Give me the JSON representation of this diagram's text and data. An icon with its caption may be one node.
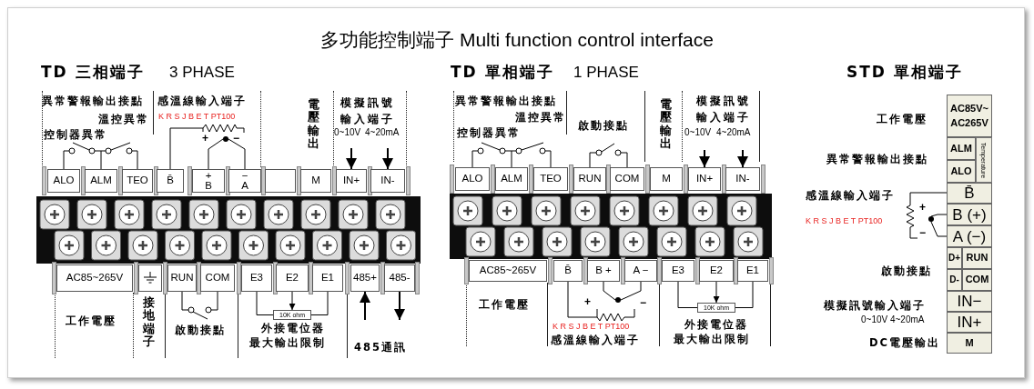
{
  "diagram": {
    "title": "多功能控制端子 Multi function control interface",
    "nodes": [
      {
        "text": [
          "ALO"
        ]
      },
      {
        "text": [
          "ALM"
        ]
      },
      {
        "text": [
          "TEO"
        ]
      },
      {
        "text": [
          "B̄"
        ]
      },
      {
        "text": [
          "+",
          "B"
        ]
      },
      {
        "text": [
          "−",
          "A"
        ]
      },
      {
        "text": [],
        "shape": "box"
      },
      {
        "text": [
          "M"
        ]
      },
      {
        "text": [
          "IN+"
        ]
      },
      {
        "text": [
          "IN-"
        ]
      },
      {
        "text": [
          "AC85~265V"
        ]
      },
      {
        "text": [],
        "shape": "box"
      },
      {
        "text": [
          "RUN"
        ]
      },
      {
        "text": [
          "COM"
        ]
      },
      {
        "text": [
          "E3"
        ]
      },
      {
        "text": [
          "E2"
        ]
      },
      {
        "text": [
          "E1"
        ]
      },
      {
        "text": [
          "485+"
        ]
      },
      {
        "text": [
          "485-"
        ]
      },
      {
        "text": [
          "10K ohm"
        ]
      },
      {
        "text": [
          "ALO"
        ]
      },
      {
        "text": [
          "ALM"
        ]
      },
      {
        "text": [
          "TEO"
        ]
      },
      {
        "text": [
          "RUN"
        ]
      },
      {
        "text": [
          "COM"
        ]
      },
      {
        "text": [
          "M"
        ]
      },
      {
        "text": [
          "IN+"
        ]
      },
      {
        "text": [
          "IN-"
        ]
      },
      {
        "text": [
          "AC85~265V"
        ]
      },
      {
        "text": [
          "B̄"
        ]
      },
      {
        "text": [
          "B +"
        ]
      },
      {
        "text": [
          "A −"
        ]
      },
      {
        "text": [
          "E3"
        ]
      },
      {
        "text": [
          "E2"
        ]
      },
      {
        "text": [
          "E1"
        ]
      },
      {
        "text": [
          "10K ohm"
        ]
      },
      {
        "text": [
          "AC85V~ AC265V"
        ]
      },
      {
        "text": [
          "ALM"
        ]
      },
      {
        "text": [
          "ALO"
        ]
      },
      {
        "text": [
          "B̄"
        ]
      },
      {
        "text": [
          "B (+)"
        ]
      },
      {
        "text": [
          "A (−)"
        ]
      },
      {
        "text": [
          "D+"
        ]
      },
      {
        "text": [
          "RUN"
        ]
      },
      {
        "text": [
          "D-"
        ]
      },
      {
        "text": [
          "COM"
        ]
      },
      {
        "text": [
          "IN−"
        ]
      },
      {
        "text": [
          "IN+"
        ]
      },
      {
        "text": [
          "M"
        ]
      },
      {
        "text": [],
        "shape": "circle"
      },
      {
        "text": [],
        "shape": "circle"
      },
      {
        "text": [],
        "shape": "circle"
      }
    ],
    "edges": [
      {
        "from": null,
        "to": 8,
        "arrow": "to"
      },
      {
        "from": null,
        "to": 9,
        "arrow": "to"
      },
      {
        "from": null,
        "to": 17,
        "arrow": "to"
      },
      {
        "from": 18,
        "to": null,
        "arrow": "to"
      },
      {
        "from": 15,
        "to": 19,
        "arrow": "to"
      },
      {
        "from": 14,
        "to": 19,
        "arrow": "none"
      },
      {
        "from": 16,
        "to": 19,
        "arrow": "none"
      },
      {
        "from": null,
        "to": 26,
        "arrow": "to"
      },
      {
        "from": null,
        "to": 27,
        "arrow": "to"
      },
      {
        "from": 33,
        "to": 35,
        "arrow": "to"
      },
      {
        "from": 32,
        "to": 35,
        "arrow": "none"
      },
      {
        "from": 34,
        "to": 35,
        "arrow": "none"
      },
      {
        "from": 4,
        "to": 49,
        "arrow": "none"
      },
      {
        "from": 5,
        "to": 49,
        "arrow": "none"
      },
      {
        "from": 30,
        "to": 50,
        "arrow": "none"
      },
      {
        "from": 31,
        "to": 50,
        "arrow": "none"
      },
      {
        "from": 40,
        "to": 51,
        "arrow": "none"
      },
      {
        "from": 41,
        "to": 51,
        "arrow": "none"
      }
    ],
    "labels": [
      "TD 三相端子",
      "3 PHASE",
      "TD 單相端子",
      "1 PHASE",
      "STD 單相端子",
      "異常警報輸出接點",
      "溫控異常",
      "控制器異常",
      "感溫線輸入端子",
      "K R S J B E T PT100",
      "+",
      "−",
      "電壓輸出",
      "模擬訊號輸入端子",
      "0~10V",
      "4~20mA",
      "工作電壓",
      "接地端子",
      "啟動接點",
      "外接電位器",
      "最大輸出限制",
      "485通訊",
      "異常警報輸出接點",
      "溫控異常",
      "控制器異常",
      "啟動接點",
      "電壓輸出",
      "模擬訊號輸入端子",
      "0~10V",
      "4~20mA",
      "工作電壓",
      "+",
      "−",
      "K R S J B E T PT100",
      "感溫線輸入端子",
      "外接電位器",
      "最大輸出限制",
      "工作電壓",
      "Temperature",
      "異常警報輸出接點",
      "感溫線輸入端子",
      "+",
      "−",
      "K R S J B E T PT100",
      "啟動接點",
      "模擬訊號輸入端子",
      "0~10V 4~20mA",
      "DC電壓輸出"
    ]
  }
}
